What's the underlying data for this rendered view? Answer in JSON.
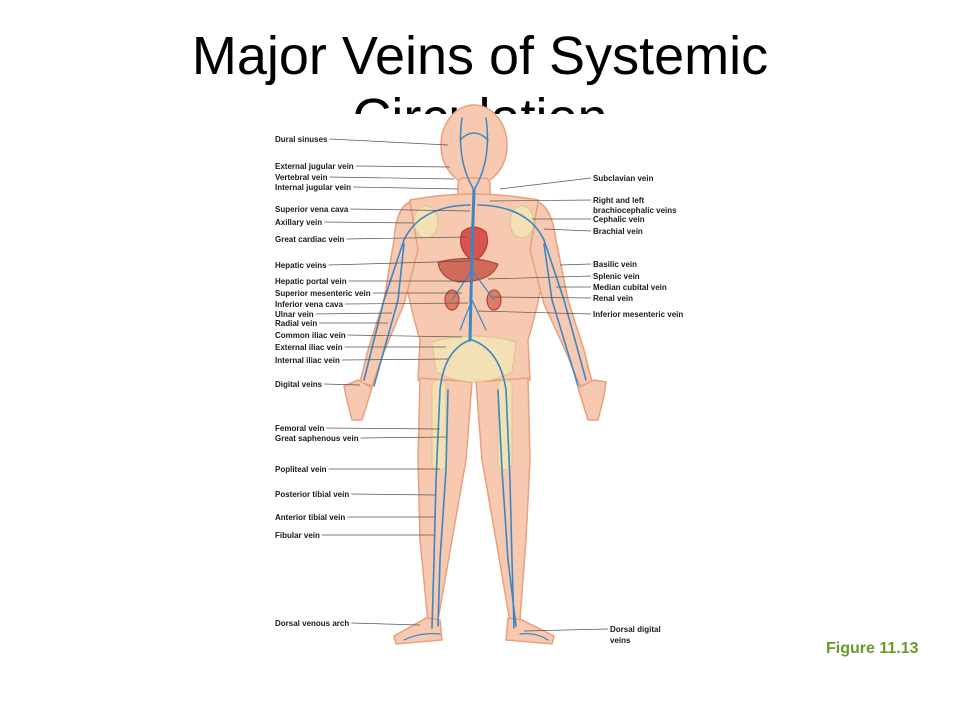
{
  "slide": {
    "title": "Major Veins of Systemic",
    "title_line2": "Circulation",
    "figure_label": "Figure 11.13"
  },
  "colors": {
    "skin": "#f6c9b0",
    "skin_edge": "#e8a07e",
    "vein": "#3b87c6",
    "organ": "#d9534f",
    "bone": "#f3e3b6",
    "figure_text": "#6a9a2e"
  },
  "labels_left": [
    "Dural sinuses",
    "External jugular vein",
    "Vertebral vein",
    "Internal jugular vein",
    "Superior vena cava",
    "Axillary vein",
    "Great cardiac vein",
    "Hepatic veins",
    "Hepatic portal vein",
    "Superior mesenteric vein",
    "Inferior vena cava",
    "Ulnar vein",
    "Radial vein",
    "Common iliac vein",
    "External iliac vein",
    "Internal iliac vein",
    "Digital veins",
    "Femoral vein",
    "Great saphenous vein",
    "Popliteal vein",
    "Posterior tibial vein",
    "Anterior tibial vein",
    "Fibular vein",
    "Dorsal venous arch"
  ],
  "labels_right": [
    "Subclavian vein",
    "Right and left",
    "brachiocephalic veins",
    "Cephalic vein",
    "Brachial vein",
    "Basilic vein",
    "Splenic vein",
    "Median cubital vein",
    "Renal vein",
    "Inferior mesenteric vein",
    "Dorsal digital",
    "veins"
  ]
}
